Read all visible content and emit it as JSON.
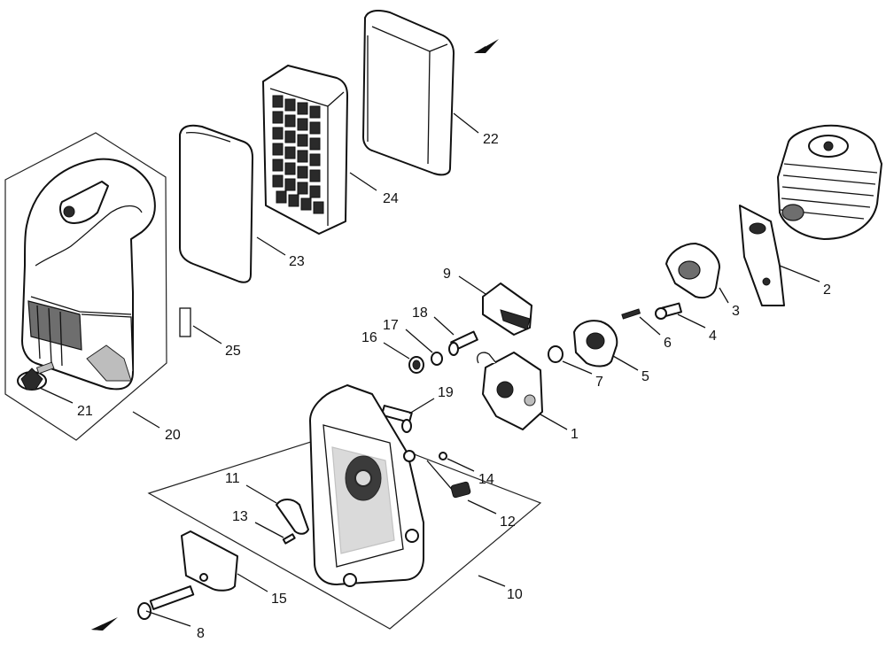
{
  "diagram": {
    "labels": {
      "p1": "1",
      "p2": "2",
      "p3": "3",
      "p4": "4",
      "p5": "5",
      "p6": "6",
      "p7": "7",
      "p8": "8",
      "p9": "9",
      "p10": "10",
      "p11": "11",
      "p12": "12",
      "p13": "13",
      "p14": "14",
      "p15": "15",
      "p16": "16",
      "p17": "17",
      "p18": "18",
      "p19": "19",
      "p20": "20",
      "p21": "21",
      "p22": "22",
      "p23": "23",
      "p24": "24",
      "p25": "25"
    },
    "colors": {
      "line": "#111111",
      "shade": "#6e6e6e",
      "background": "#ffffff"
    }
  }
}
